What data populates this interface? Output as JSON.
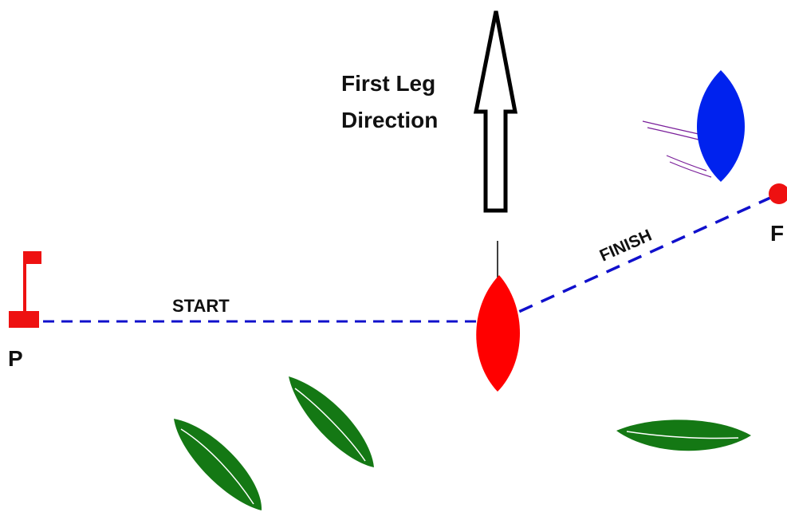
{
  "labels": {
    "arrow_line1": "First Leg",
    "arrow_line2": "Direction",
    "start": "START",
    "finish": "FINISH",
    "pin_left": "P",
    "pin_right": "F"
  },
  "colors": {
    "start_line": "#1010cc",
    "finish_line": "#1010cc",
    "committee_boat": "#ff0000",
    "finish_boat": "#0022ee",
    "competitor_boats": "#147814",
    "pin_flag": "#ee1111",
    "wind_streaks": "#7a1f9a"
  },
  "icons": {
    "pin_left": "flag-pin-icon",
    "pin_right": "red-buoy-icon",
    "wind_direction": "hollow-arrow-up-icon"
  }
}
